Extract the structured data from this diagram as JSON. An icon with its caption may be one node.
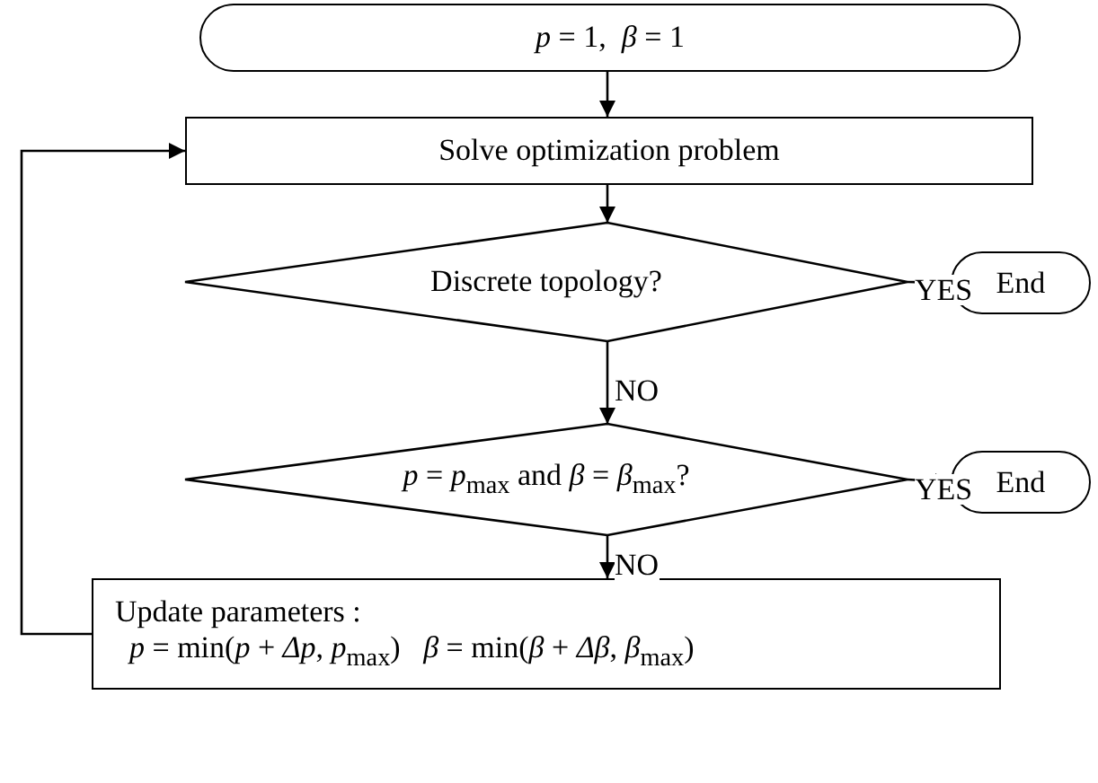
{
  "diagram": {
    "nodes": [
      {
        "text": [
          "*p* = 1,  *β* = 1"
        ]
      },
      {
        "text": [
          "Solve optimization problem"
        ]
      },
      {
        "text": [
          "Discrete topology?"
        ]
      },
      {
        "text": [
          "End"
        ]
      },
      {
        "text": [
          "*p* = *p*$_{max}$ and *β* = *β*$_{max}$?"
        ]
      },
      {
        "text": [
          "End"
        ]
      },
      {
        "text": [
          "Update parameters :",
          "*p* = min(*p* + *Δp*, *p*$_{max}$)   *β* = min(*β* + *Δβ*, *β*$_{max}$)"
        ]
      }
    ],
    "edges": [
      {
        "from": 0,
        "to": 1,
        "arrow": "to"
      },
      {
        "from": 1,
        "to": 2,
        "arrow": "to"
      },
      {
        "from": 2,
        "to": 3,
        "arrow": "to",
        "label": "YES"
      },
      {
        "from": 2,
        "to": 4,
        "arrow": "to",
        "label": "NO"
      },
      {
        "from": 4,
        "to": 5,
        "arrow": "to",
        "label": "YES"
      },
      {
        "from": 4,
        "to": 6,
        "arrow": "to",
        "label": "NO"
      },
      {
        "from": 6,
        "to": 1,
        "arrow": "to"
      }
    ]
  }
}
